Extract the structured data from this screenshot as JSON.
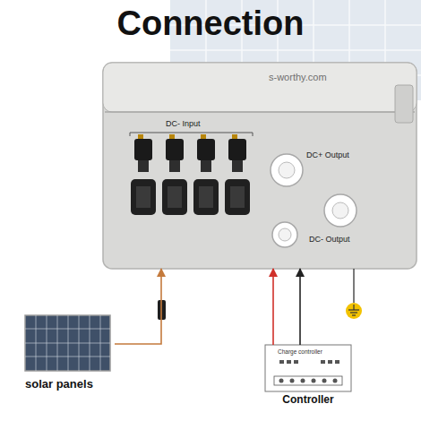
{
  "diagram": {
    "title": "Connection",
    "nodes": [
      {
        "text": [
          "s-worthy.com",
          "DC- Input",
          "DC+ Output",
          "DC- Output"
        ]
      },
      {
        "text": [
          "solar panels"
        ]
      },
      {
        "text": [
          "Charge controller",
          "Controller"
        ]
      }
    ],
    "edges": [
      {
        "from": 1,
        "to": 0,
        "arrow": "to"
      },
      {
        "from": 2,
        "to": 0,
        "arrow": "to"
      },
      {
        "from": 2,
        "to": 0,
        "arrow": "to"
      }
    ]
  }
}
